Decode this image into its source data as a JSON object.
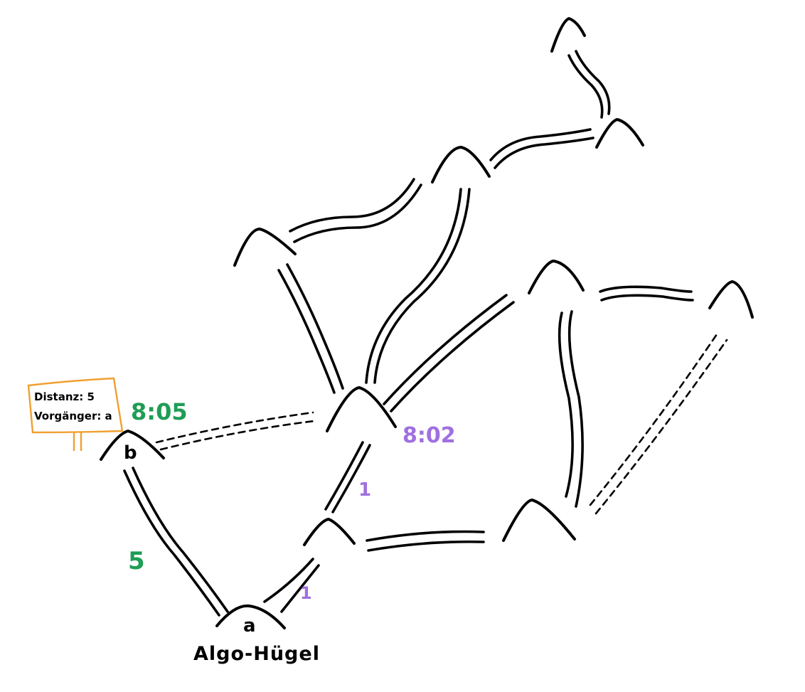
{
  "colors": {
    "green": "#1f9d55",
    "purple": "#a070e0",
    "orange": "#f0a030",
    "ink": "#000000"
  },
  "nodes": {
    "a": {
      "label": "a",
      "name": "Algo-Hügel"
    },
    "b": {
      "label": "b"
    }
  },
  "signpost": {
    "line1": "Distanz: 5",
    "line2": "Vorgänger: a"
  },
  "annotations": {
    "time_b": "8:05",
    "time_center": "8:02",
    "weight_ab": "5",
    "weight_a_mid": "1",
    "weight_mid_center": "1"
  }
}
